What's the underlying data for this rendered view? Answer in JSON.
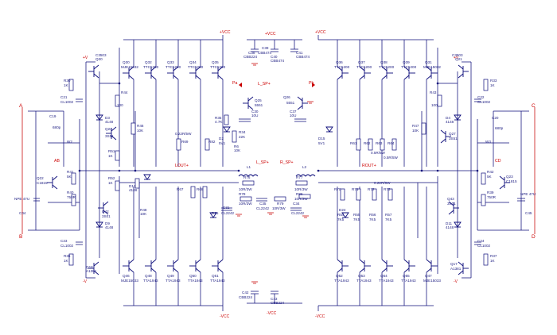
{
  "rails": {
    "pos_vcc": "+VCC",
    "neg_vcc": "-VCC",
    "pos_v": "+V",
    "neg_v": "-V"
  },
  "nets": {
    "left_out": "LOUT+",
    "right_out": "ROUT+",
    "left_sp": "L_SP+",
    "right_sp": "R_SP+",
    "edge_a": "A",
    "edge_b": "B",
    "edge_c": "C",
    "edge_d": "D",
    "ab": "AB",
    "cd": "CD",
    "pa": "Pa",
    "pb": "Pb"
  },
  "left_top_row": [
    {
      "ref": "Q30",
      "part": "MJE15032"
    },
    {
      "ref": "Q32",
      "part": "TTC5200"
    },
    {
      "ref": "Q33",
      "part": "TTC5200"
    },
    {
      "ref": "Q34",
      "part": "TTC5200"
    },
    {
      "ref": "Q35",
      "part": "TTC5200"
    }
  ],
  "left_bottom_row": [
    {
      "ref": "Q46",
      "part": "MJE15033"
    },
    {
      "ref": "Q48",
      "part": "TTA1943"
    },
    {
      "ref": "Q49",
      "part": "TTA1943"
    },
    {
      "ref": "Q50",
      "part": "TTA1943"
    },
    {
      "ref": "Q51",
      "part": "TTA1943"
    }
  ],
  "right_top_row": [
    {
      "ref": "Q36",
      "part": "TTC5200"
    },
    {
      "ref": "Q37",
      "part": "TTC5200"
    },
    {
      "ref": "Q38",
      "part": "TTC5200"
    },
    {
      "ref": "Q39",
      "part": "TTC5200"
    },
    {
      "ref": "Q31",
      "part": "MJE15032"
    }
  ],
  "right_bottom_row": [
    {
      "ref": "Q52",
      "part": "TTA1943"
    },
    {
      "ref": "Q53",
      "part": "TTA1943"
    },
    {
      "ref": "Q54",
      "part": "TTA1943"
    },
    {
      "ref": "Q55",
      "part": "TTA1943"
    },
    {
      "ref": "Q47",
      "part": "MJE15033"
    }
  ],
  "left_drivers": [
    {
      "ref": "Q20",
      "part": "C3503"
    },
    {
      "ref": "Q42",
      "part": "3S01"
    },
    {
      "ref": "Q18",
      "part": "A1381"
    },
    {
      "ref": "Q24",
      "part": "3S51"
    },
    {
      "ref": "Q22",
      "part": "C1815"
    }
  ],
  "right_drivers": [
    {
      "ref": "Q21",
      "part": "C3503"
    },
    {
      "ref": "Q43",
      "part": "3S01"
    },
    {
      "ref": "Q17",
      "part": "A1381"
    },
    {
      "ref": "Q27",
      "part": "3S51"
    },
    {
      "ref": "Q23",
      "part": "C1815"
    }
  ],
  "protect": [
    {
      "ref": "Q25",
      "part": "5551"
    },
    {
      "ref": "Q26",
      "part": "5551"
    }
  ],
  "bias_caps": [
    {
      "ref": "C38",
      "part": "CBB224"
    },
    {
      "ref": "C39",
      "part": "CBB474"
    },
    {
      "ref": "C40",
      "part": "CBB474"
    },
    {
      "ref": "C41",
      "part": "CBB474"
    },
    {
      "ref": "C42",
      "part": "CBB224"
    },
    {
      "ref": "C43",
      "part": "CBB224"
    }
  ],
  "left_passives": {
    "r30": "R30",
    "r30v": "1K",
    "r36": "R36",
    "r36v": "1K",
    "c21": "C21",
    "c21v": "CL1002",
    "c23": "C23",
    "c23v": "CL1002",
    "c19": "C19",
    "c19v": "680p",
    "c44": "C44",
    "c44v": "NPE 47U",
    "d3": "D3",
    "d3v": "4148",
    "d9": "D9",
    "d9v": "4148",
    "r46": "R46",
    "r46v": "10K",
    "r44": "R44",
    "r44v": "100",
    "r51": "R51",
    "r51v": "1K",
    "r52": "R52",
    "r52v": "1K",
    "w2": "W2",
    "r41": "R41",
    "r41v": "5K",
    "r40": "R40",
    "r40v": "750R",
    "rload": "10R/3W",
    "l1": "L1",
    "r76": "R76",
    "r76v": "10R/3W",
    "r78": "R78",
    "r78v": "10R/3W",
    "c31": "C31",
    "c31v": "CL2242",
    "c35": "C35",
    "c35v": "CL2242",
    "r66": "R66",
    "r66v": "0.22R/5W",
    "r67": "R67",
    "r68": "R68",
    "r69": "R69",
    "emit": "0.22R/5W",
    "r82": "R82",
    "r48": "R48",
    "r48v": "10K",
    "d13": "D13",
    "d13v": "4148",
    "d2": "D2",
    "d2v": "5V1",
    "d25": "D25",
    "c30": "C30",
    "c30v": "10U",
    "r34": "R34",
    "r34v": "22K",
    "r6": "R6",
    "r6v": "10K",
    "r35": "R35",
    "r35v": "4.7K"
  },
  "right_passives": {
    "r33": "R33",
    "r33v": "1K",
    "r37": "R37",
    "r37v": "1K",
    "c22": "C22",
    "c22v": "CL1002",
    "c24": "C24",
    "c24v": "CL1002",
    "c20": "C20",
    "c20v": "680p",
    "c45": "C45",
    "c45v": "NPE 47U",
    "d4": "D4",
    "d4v": "4148",
    "d11": "D11",
    "d11v": "4148",
    "r47": "R47",
    "r47v": "10K",
    "r43": "R43",
    "r43v": "100",
    "w3": "W3",
    "r42": "R42",
    "r42v": "5K",
    "r39": "R39",
    "r39v": "750R",
    "l2": "L2",
    "r77": "R77",
    "r77v": "10R/3W",
    "r86": "R86",
    "r86v": "10R/3W",
    "c34": "C34",
    "c34v": "CL2242",
    "c37": "C37",
    "c37v": "10U",
    "r79": "R79",
    "r79v": "10R/3W",
    "r70": "R70",
    "r71": "R71",
    "r72": "R72",
    "r73": "R73",
    "emit": "0.22R/5W",
    "r54": "R54",
    "r54v": "7K5",
    "r55": "R55",
    "r55v": "7K5",
    "r56": "R56",
    "r56v": "7K5",
    "r57": "R57",
    "r57v": "7K5",
    "d15": "D15",
    "d15v": "5V1",
    "d24": "D24",
    "r61": "R61",
    "r62": "R62",
    "r63": "R63",
    "r63v": "0.5R/5W",
    "r64": "R64",
    "r64v": "0.5R/5W"
  }
}
